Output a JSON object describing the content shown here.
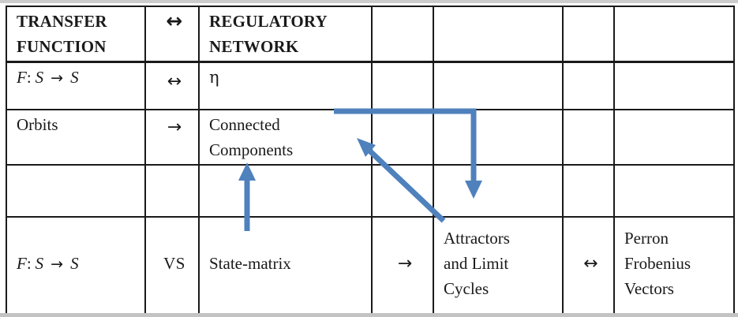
{
  "figure": {
    "description": "Correspondence table between transfer function concepts and regulatory network concepts, annotated with blue arrows",
    "colors": {
      "arrow_blue": "#4f81bd",
      "border_black": "#1a1a1a",
      "text_black": "#1a1a1a",
      "background": "#ffffff"
    }
  },
  "table": {
    "r1": {
      "c1": [
        "TRANSFER",
        "FUNCTION"
      ],
      "c2": "↔",
      "c3": [
        "REGULATORY",
        "NETWORK"
      ]
    },
    "r2": {
      "c1": {
        "f": "F",
        "colon": ":",
        "s1": "S",
        "arrow": "→",
        "s2": "S"
      },
      "c2": "↔",
      "c3": "η"
    },
    "r3": {
      "c1": "Orbits",
      "c2": "→",
      "c3": [
        "Connected",
        "Components"
      ]
    },
    "r5": {
      "c1": {
        "f": "F",
        "colon": ":",
        "s1": "S",
        "arrow": "→",
        "s2": "S"
      },
      "c2": "VS",
      "c3": "State-matrix",
      "c4": "→",
      "c5": [
        "Attractors",
        "and Limit",
        "Cycles"
      ],
      "c6": "↔",
      "c7": [
        "Perron",
        "Frobenius",
        "Vectors"
      ]
    }
  },
  "annotations": {
    "arrow_color": "#4f81bd",
    "arrows": [
      {
        "name": "state-matrix-to-connected-components",
        "from": "State-matrix",
        "to": "Connected Components",
        "shape": "straight-up"
      },
      {
        "name": "attractors-to-connected-components",
        "from": "Attractors and Limit Cycles",
        "to": "Connected Components",
        "shape": "diagonal-up-left"
      },
      {
        "name": "connected-components-to-attractors",
        "from": "Connected Components",
        "to": "Attractors and Limit Cycles",
        "shape": "elbow-right-then-down"
      }
    ]
  }
}
